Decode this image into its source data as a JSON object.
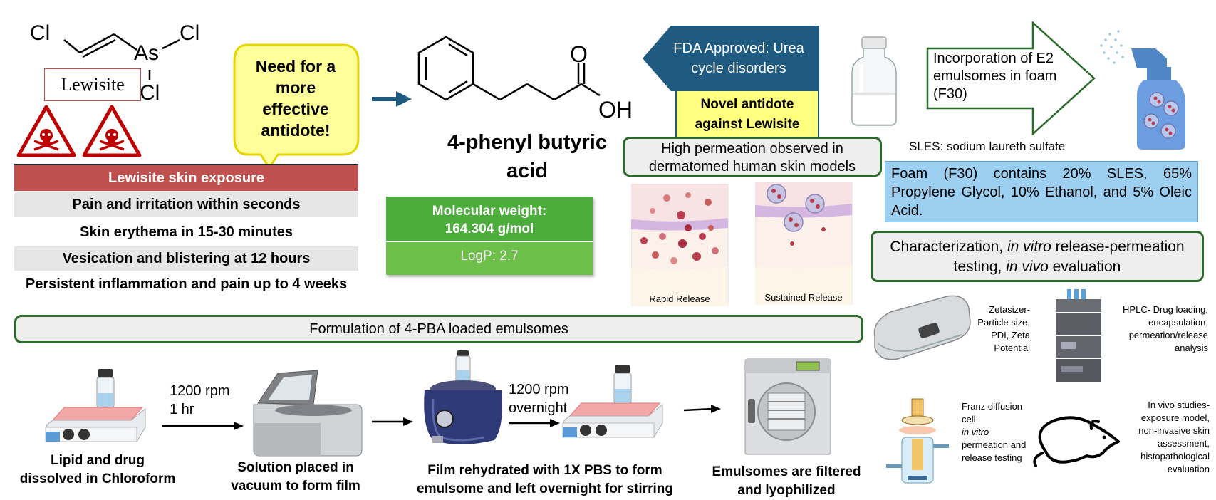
{
  "lewisite": {
    "atoms": {
      "cl1": "Cl",
      "as": "As",
      "cl2": "Cl",
      "cl3": "Cl"
    },
    "name": "Lewisite"
  },
  "callout": {
    "text": "Need for a more effective antidote!"
  },
  "exposure": {
    "header": "Lewisite skin exposure",
    "rows": [
      "Pain and irritation within seconds",
      "Skin erythema in 15-30 minutes",
      "Vesication and blistering at 12 hours",
      "Persistent inflammation and pain up to 4 weeks"
    ]
  },
  "pba": {
    "atoms": {
      "o": "O",
      "oh": "OH"
    },
    "name_line1": "4-phenyl butyric",
    "name_line2": "acid",
    "mw_label": "Molecular weight:",
    "mw_value": "164.304 g/mol",
    "logp": "LogP: 2.7"
  },
  "fda": {
    "text": "FDA Approved: Urea cycle disorders"
  },
  "novel": {
    "text": "Novel antidote against Lewisite"
  },
  "permeation": {
    "text": "High permeation observed in dermatomed human skin models"
  },
  "release": {
    "rapid": "Rapid Release",
    "sustained": "Sustained Release"
  },
  "foam": {
    "arrow_text": "Incorporation of E2 emulsomes in foam (F30)",
    "sles": "SLES: sodium laureth sulfate",
    "composition": "Foam (F30) contains 20% SLES, 65% Propylene Glycol, 10% Ethanol, and 5% Oleic Acid."
  },
  "characterization": {
    "t1": "Characterization, ",
    "t2": "in vitro",
    "t3": " release-permeation testing, ",
    "t4": "in vivo",
    "t5": " evaluation"
  },
  "instruments": {
    "zetasizer": "Zetasizer-Particle size, PDI, Zeta Potential",
    "hplc": "HPLC- Drug loading, encapsulation, permeation/release analysis",
    "franz1": "Franz diffusion cell-",
    "franz2": "in vitro",
    "franz3": "permeation and release testing",
    "invivo": "In vivo studies-exposure model, non-invasive skin assessment, histopathological evaluation"
  },
  "formulation": {
    "title": "Formulation of 4-PBA loaded emulsomes",
    "step1": "Lipid and drug dissolved in Chloroform",
    "cond1_a": "1200 rpm",
    "cond1_b": "1 hr",
    "step2": "Solution placed in vacuum to form film",
    "step3": "Film rehydrated with 1X PBS to form emulsome and left overnight for stirring",
    "cond2_a": "1200 rpm",
    "cond2_b": "overnight",
    "step4": "Emulsomes are filtered and lyophilized"
  },
  "colors": {
    "exposure_red": "#c0504d",
    "row_gray": "#e6e6e6",
    "green": "#4cac3c",
    "navy": "#1f5b80",
    "yellow": "#ffff80",
    "light_blue": "#9dcff0",
    "outline_green": "#2a6b2a"
  }
}
